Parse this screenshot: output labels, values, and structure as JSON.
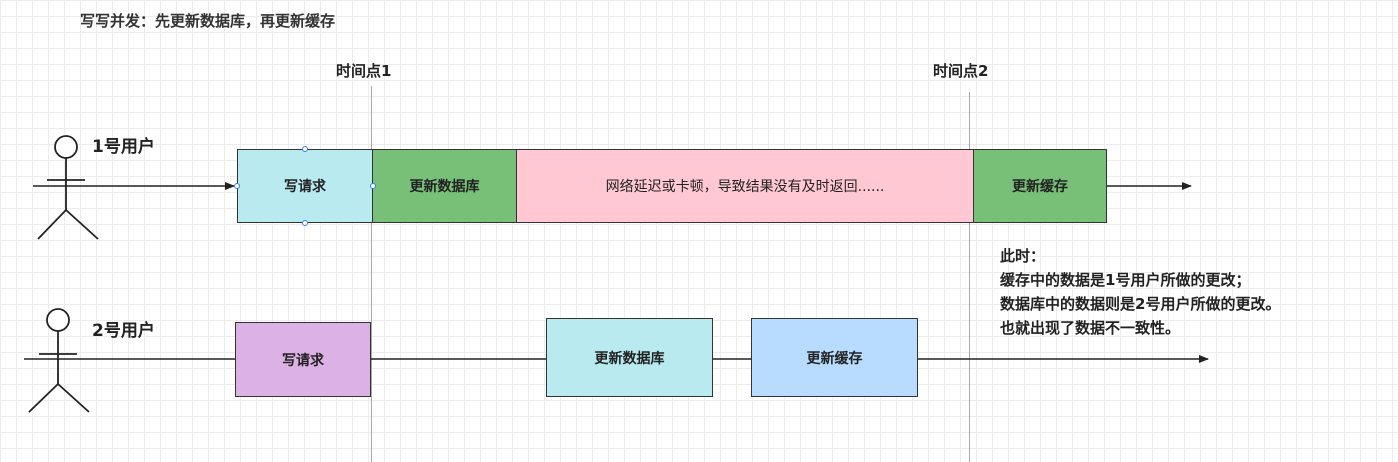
{
  "title": "写写并发：先更新数据库，再更新缓存",
  "time_points": [
    "时间点1",
    "时间点2"
  ],
  "user1": {
    "label": "1号用户",
    "steps": [
      "写请求",
      "更新数据库",
      "网络延迟或卡顿，导致结果没有及时返回......",
      "更新缓存"
    ]
  },
  "user2": {
    "label": "2号用户",
    "steps": [
      "写请求",
      "更新数据库",
      "更新缓存"
    ]
  },
  "note": [
    "此时：",
    "缓存中的数据是1号用户所做的更改；",
    "数据库中的数据则是2号用户所做的更改。",
    "也就出现了数据不一致性。"
  ],
  "colors": {
    "write_user1": "#b8eaef",
    "db_update_user1": "#78c078",
    "delay": "#ffc8d2",
    "cache_update_user1": "#78c078",
    "write_user2": "#dcb2e6",
    "db_update_user2": "#b8eaef",
    "cache_update_user2": "#b8dcff"
  },
  "icons": [
    "stick-figure-icon"
  ]
}
